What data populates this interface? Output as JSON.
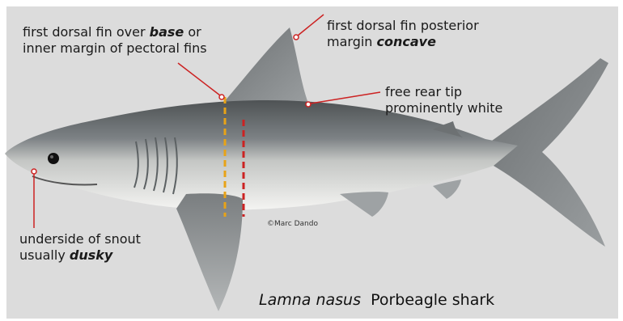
{
  "annotations": {
    "dorsal_over": {
      "line1": "first dorsal fin over ",
      "bold": "base",
      "line1_tail": " or",
      "line2": "inner margin of pectoral fins"
    },
    "posterior_margin": {
      "line1": "first dorsal fin posterior",
      "line2": "margin ",
      "bold": "concave"
    },
    "rear_tip": {
      "line1": "free rear tip",
      "line2": "prominently white"
    },
    "snout": {
      "line1": "underside of snout",
      "line2": "usually ",
      "bold": "dusky"
    }
  },
  "caption": {
    "species": "Lamna nasus",
    "common": "Porbeagle shark"
  },
  "credit": "©Marc Dando",
  "colors": {
    "annotation": "#cc2222",
    "base_marker": "#e8a317",
    "margin_marker": "#cc2222",
    "background": "#dcdcdc"
  }
}
